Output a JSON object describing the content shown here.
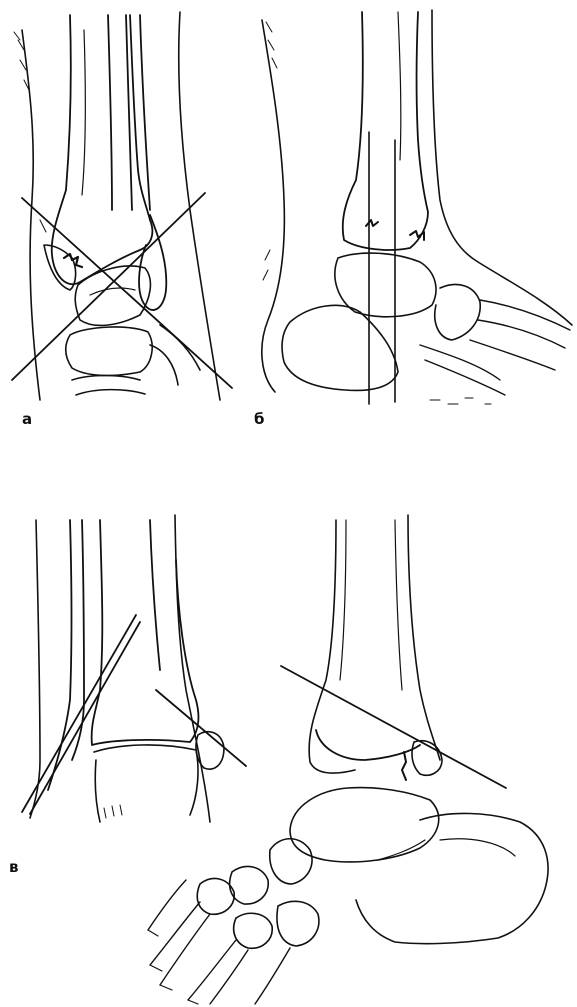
{
  "panels": [
    {
      "id": "a",
      "label": "а"
    },
    {
      "id": "b",
      "label": "б"
    },
    {
      "id": "v",
      "label": "в"
    }
  ],
  "colors": {
    "ink": "#111111",
    "background": "#ffffff"
  }
}
